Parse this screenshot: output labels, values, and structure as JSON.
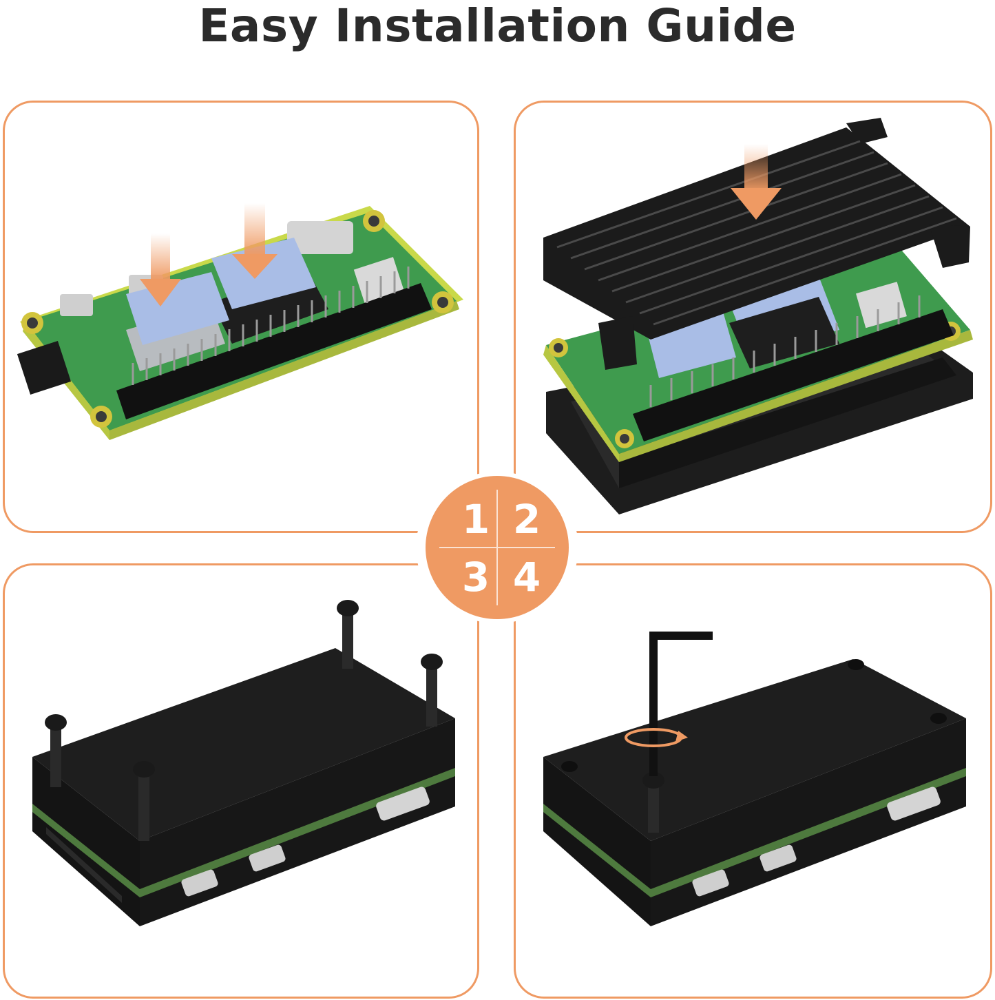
{
  "title": "Easy Installation Guide",
  "steps": [
    {
      "number": "1",
      "illustration": "thermal-pads-on-board"
    },
    {
      "number": "2",
      "illustration": "heatsink-case-assembly"
    },
    {
      "number": "3",
      "illustration": "insert-screws"
    },
    {
      "number": "4",
      "illustration": "tighten-with-hex-key"
    }
  ],
  "colors": {
    "accent": "#ef9a63",
    "title": "#2b2b2b",
    "pcb": "#3f9b4e",
    "thermal_pad": "#a9bde6",
    "case": "#1b1b1b"
  }
}
